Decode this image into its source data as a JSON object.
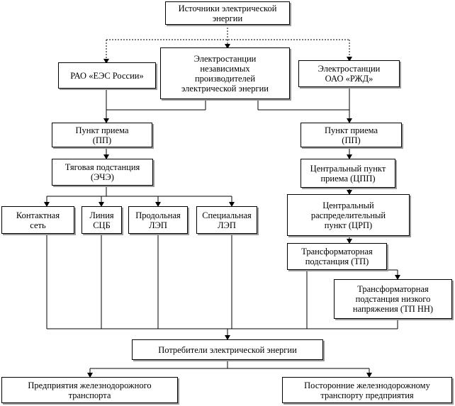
{
  "nodes": {
    "sources": [
      "Источники электрической",
      "энергии"
    ],
    "rao": [
      "РАО «ЕЭС России»"
    ],
    "independent": [
      "Электростанции",
      "независимых",
      "производителей",
      "электрической энергии"
    ],
    "rzd": [
      "Электростанции",
      "ОАО «РЖД»"
    ],
    "pp_left": [
      "Пункт приема",
      "(ПП)"
    ],
    "pp_right": [
      "Пункт приема",
      "(ПП)"
    ],
    "traction": [
      "Тяговая подстанция",
      "(ЭЧЭ)"
    ],
    "central_pp": [
      "Центральный пункт",
      "приема (ЦПП)"
    ],
    "contact": [
      "Контактная",
      "сеть"
    ],
    "scb": [
      "Линия",
      "СЦБ"
    ],
    "longitudinal": [
      "Продольная",
      "ЛЭП"
    ],
    "special": [
      "Специальная",
      "ЛЭП"
    ],
    "crp": [
      "Центральный",
      "распределительный",
      "пункт (ЦРП)"
    ],
    "tp": [
      "Трансформаторная",
      "подстанция (ТП)"
    ],
    "tp_nn": [
      "Трансформаторная",
      "подстанция низкого",
      "напряжения (ТП НН)"
    ],
    "consumers": [
      "Потребители электрической энергии"
    ],
    "railway_enterprises": [
      "Предприятия железнодорожного",
      "транспорта"
    ],
    "external_enterprises": [
      "Посторонние железнодорожному",
      "транспорту предприятия"
    ]
  },
  "colors": {
    "line": "#000000",
    "box_border": "#000000",
    "shadow": "#9a9a9a",
    "background": "#ffffff"
  }
}
